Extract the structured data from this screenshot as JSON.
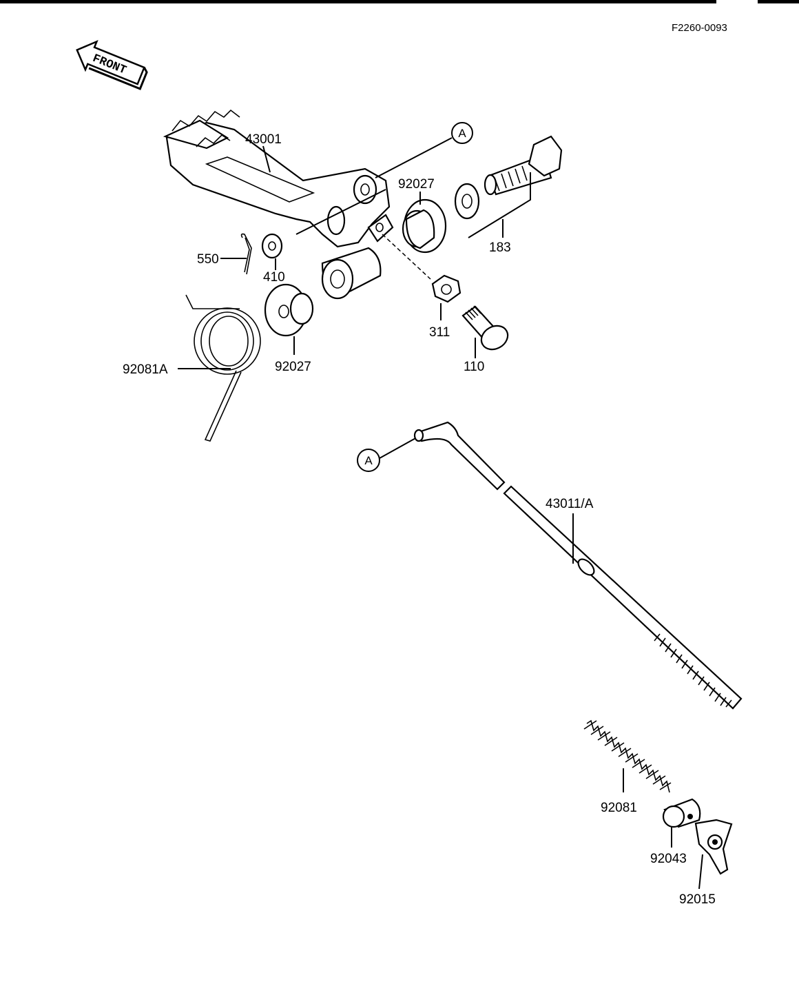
{
  "diagram_code": "F2260-0093",
  "front_label": "FRONT",
  "ref_marker": "A",
  "parts": {
    "pedal": "43001",
    "bolt_set": "183",
    "bushing_upper": "92027",
    "bushing_lower": "92027",
    "cotter_pin": "550",
    "washer": "410",
    "nut": "311",
    "bolt_small": "110",
    "torsion_spring": "92081A",
    "brake_rod": "43011/A",
    "rod_spring": "92081",
    "joint_pin": "92043",
    "brake_nut": "92015"
  }
}
